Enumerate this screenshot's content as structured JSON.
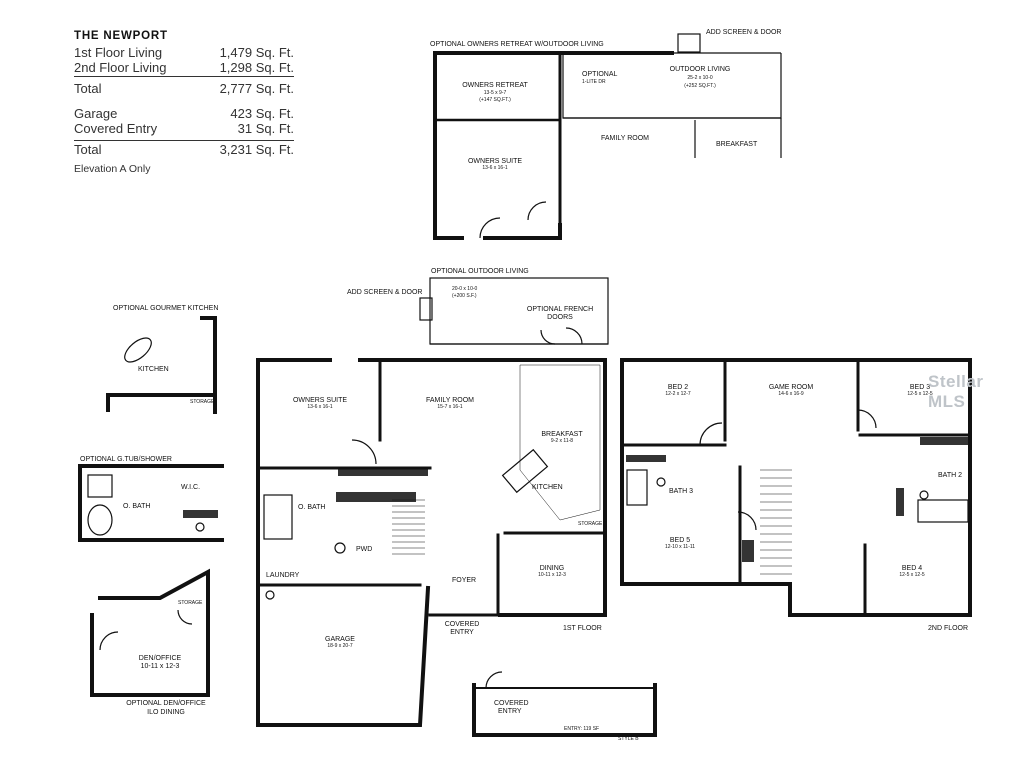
{
  "specs": {
    "title": "THE NEWPORT",
    "rows": [
      {
        "label": "1st Floor Living",
        "value": "1,479 Sq. Ft."
      },
      {
        "label": "2nd Floor Living",
        "value": "1,298 Sq. Ft."
      },
      {
        "label": "Total",
        "value": "2,777 Sq. Ft."
      },
      {
        "label": "Garage",
        "value": "423 Sq. Ft."
      },
      {
        "label": "Covered Entry",
        "value": "31 Sq. Ft."
      },
      {
        "label": "Total",
        "value": "3,231 Sq. Ft."
      }
    ],
    "note": "Elevation A Only"
  },
  "owners_retreat": {
    "heading": "OPTIONAL OWNERS RETREAT W/OUTDOOR LIVING",
    "add_screen": "ADD SCREEN & DOOR",
    "retreat_name": "OWNERS RETREAT",
    "retreat_dim": "13-5 x 9-7",
    "retreat_area": "(+147 SQ.FT.)",
    "optional_dr": "OPTIONAL",
    "optional_dr2": "1-LITE DR",
    "outdoor_name": "OUTDOOR LIVING",
    "outdoor_dim": "25-2 x 10-0",
    "outdoor_area": "(+252 SQ.FT.)",
    "family_room": "FAMILY ROOM",
    "breakfast": "BREAKFAST",
    "suite_name": "OWNERS SUITE",
    "suite_dim": "13-6 x 16-1"
  },
  "outdoor_option": {
    "heading": "OPTIONAL OUTDOOR LIVING",
    "add_screen": "ADD SCREEN & DOOR",
    "dim": "20-0 x 10-0",
    "area": "(+200 S.F.)",
    "french": "OPTIONAL FRENCH",
    "french2": "DOORS"
  },
  "gourmet": {
    "heading": "OPTIONAL GOURMET KITCHEN",
    "kitchen": "KITCHEN",
    "storage": "STORAGE"
  },
  "gtub": {
    "heading": "OPTIONAL G.TUB/SHOWER",
    "wic": "W.I.C.",
    "obath": "O. BATH"
  },
  "den": {
    "storage": "STORAGE",
    "name": "DEN/OFFICE",
    "dim": "10-11 x 12-3",
    "caption": "OPTIONAL DEN/OFFICE",
    "caption2": "ILO DINING"
  },
  "first_floor": {
    "label": "1ST FLOOR",
    "owners_suite": "OWNERS SUITE",
    "owners_suite_dim": "13-6 x 16-1",
    "family_room": "FAMILY ROOM",
    "family_room_dim": "15-7 x 16-1",
    "breakfast": "BREAKFAST",
    "breakfast_dim": "9-2 x 11-8",
    "kitchen": "KITCHEN",
    "obath": "O. BATH",
    "pwd": "PWD",
    "laundry": "LAUNDRY",
    "foyer": "FOYER",
    "dining": "DINING",
    "dining_dim": "10-11 x 12-3",
    "storage": "STORAGE",
    "garage": "GARAGE",
    "garage_dim": "18-9 x 20-7",
    "covered_entry": "COVERED",
    "covered_entry2": "ENTRY"
  },
  "second_floor": {
    "label": "2ND FLOOR",
    "bed2": "BED 2",
    "bed2_dim": "12-2 x 12-7",
    "game": "GAME ROOM",
    "game_dim": "14-6 x 16-9",
    "bed3": "BED 3",
    "bed3_dim": "12-5 x 12-5",
    "bath3": "BATH 3",
    "bath2": "BATH 2",
    "bed5": "BED 5",
    "bed5_dim": "12-10 x 11-11",
    "bed4": "BED 4",
    "bed4_dim": "12-5 x 12-5"
  },
  "style_b": {
    "covered": "COVERED",
    "entry": "ENTRY",
    "entry_area": "ENTRY: 119 SF",
    "style": "STYLE B"
  },
  "watermark": "Stellar MLS"
}
